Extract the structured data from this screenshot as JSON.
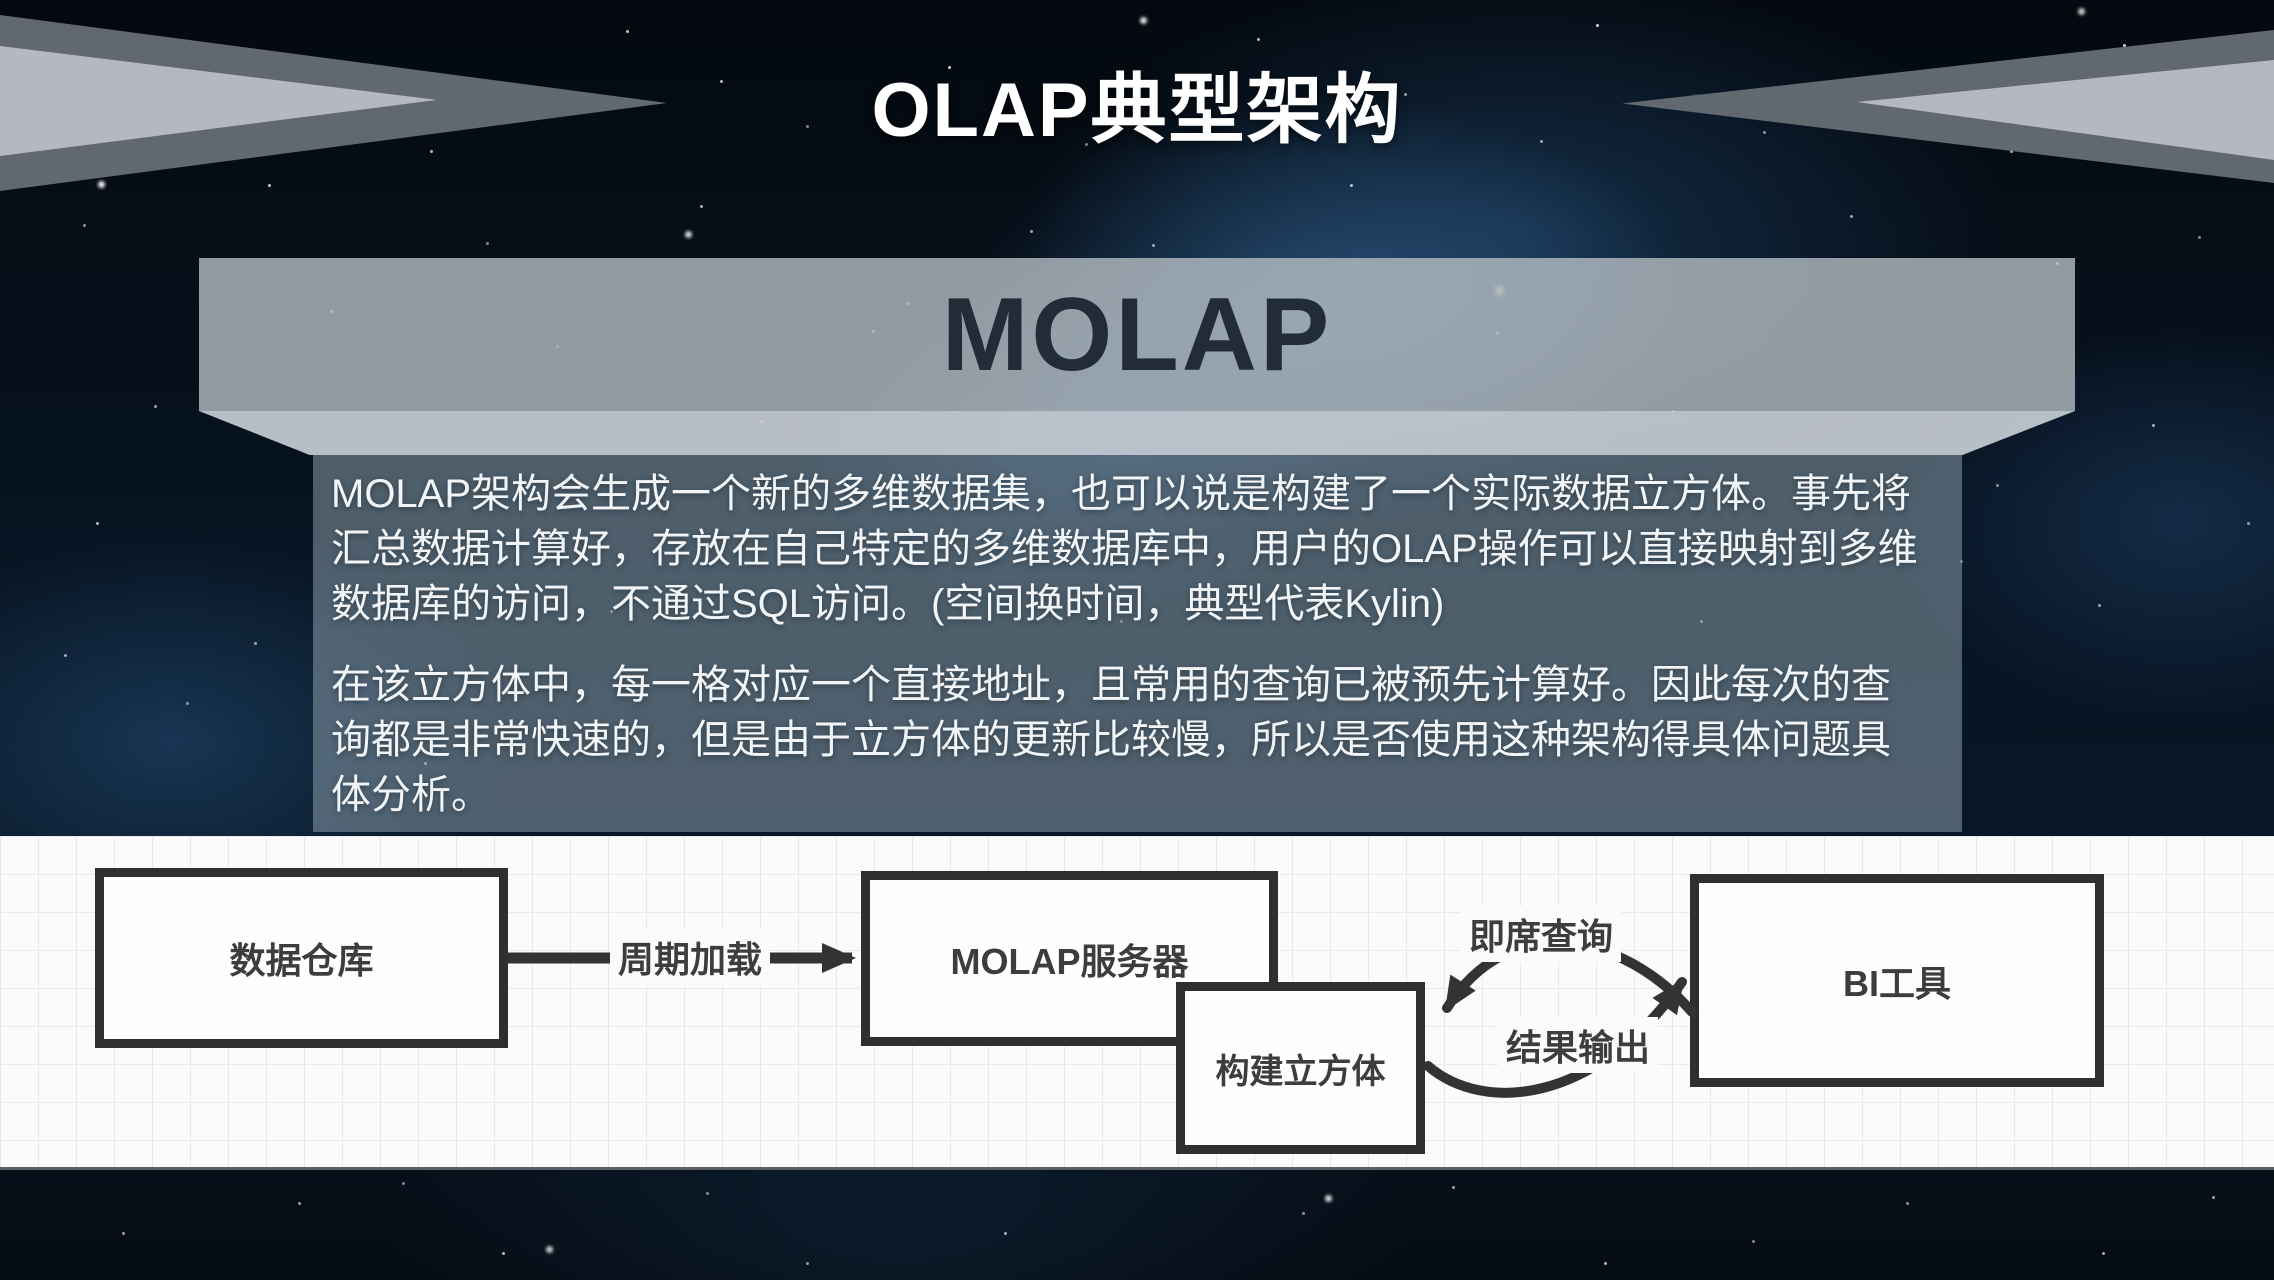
{
  "slide": {
    "title": "OLAP典型架构",
    "banner_title": "MOLAP",
    "paragraphs": [
      "MOLAP架构会生成一个新的多维数据集，也可以说是构建了一个实际数据立方体。事先将汇总数据计算好，存放在自己特定的多维数据库中，用户的OLAP操作可以直接映射到多维数据库的访问，不通过SQL访问。(空间换时间，典型代表Kylin)",
      "在该立方体中，每一格对应一个直接地址，且常用的查询已被预先计算好。因此每次的查询都是非常快速的，但是由于立方体的更新比较慢，所以是否使用这种架构得具体问题具体分析。"
    ]
  },
  "diagram": {
    "nodes": [
      {
        "id": "data-warehouse",
        "label": "数据仓库"
      },
      {
        "id": "molap-server",
        "label": "MOLAP服务器"
      },
      {
        "id": "build-cube",
        "label": "构建立方体"
      },
      {
        "id": "bi-tool",
        "label": "BI工具"
      }
    ],
    "edges": [
      {
        "id": "periodic-load",
        "label": "周期加载",
        "from": "数据仓库",
        "to": "MOLAP服务器"
      },
      {
        "id": "adhoc-query",
        "label": "即席查询",
        "from": "BI工具",
        "to": "构建立方体"
      },
      {
        "id": "result-output",
        "label": "结果输出",
        "from": "构建立方体",
        "to": "BI工具"
      }
    ]
  },
  "colors": {
    "title_text": "#ffffff",
    "banner_bg": "#bac1c7",
    "banner_text": "#222c39",
    "panel_bg": "#889caa",
    "panel_text": "#f2f5f7",
    "deco_arrow_dark": "#61686f",
    "deco_arrow_light": "#b3b9bf",
    "diagram_bg": "#fbfbfb",
    "node_border": "#2f2f2f",
    "node_text": "#3d3d3d",
    "edge_stroke": "#333333",
    "background_navy": "#081523",
    "nebula_blue": "#3e78b0"
  }
}
